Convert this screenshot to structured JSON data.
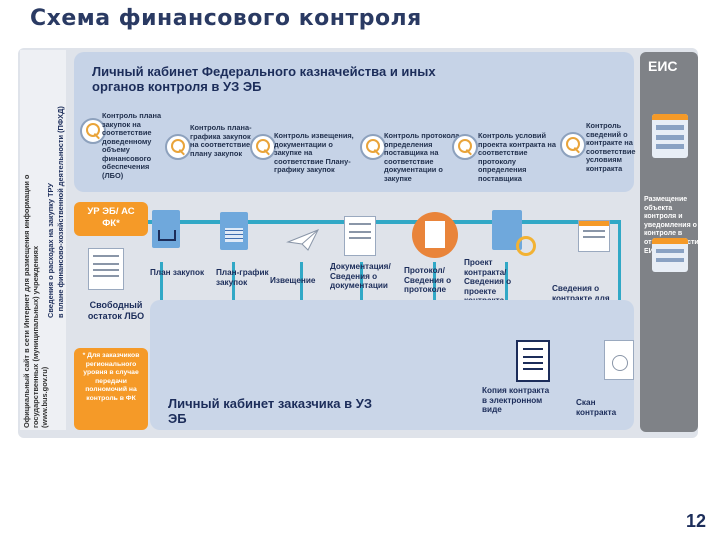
{
  "title": "Схема финансового контроля",
  "left_vertical": {
    "line1": "Официальный сайт в сети Интернет для размещения информации о",
    "line2": "государственных (муниципальных) учреждениях",
    "line3": "(www.bus.gov.ru)",
    "line4": "Сведения о расходах на закупку ТРУ",
    "line5": "в плане финансово-хозяйственной деятельности (ПФХД)"
  },
  "main_box": {
    "title": "Личный кабинет Федерального казначейства и иных органов контроля в УЗ ЭБ",
    "controls": [
      "Контроль плана закупок на соответствие доведенному объему финансового обеспечения (ЛБО)",
      "Контроль плана-графика закупок на соответствие плану закупок",
      "Контроль извещения, документации о закупке на соответствие Плану-графику закупок",
      "Контроль протокола определения поставщика на соответствие документации о закупке",
      "Контроль условий проекта контракта на соответствие протоколу определения поставщика",
      "Контроль сведений о контракте на соответствие условиям контракта"
    ]
  },
  "eis": {
    "title": "ЕИС",
    "text": "Размещение объекта контроля и уведомления о контроле в открытой части ЕИС"
  },
  "orange_top": "УР ЭБ/ АС ФК*",
  "orange_bottom": "* Для заказчиков регионального уровня в случае передачи полномочий на контроль в ФК",
  "free_balance": "Свободный остаток ЛБО",
  "docs": [
    "План закупок",
    "План-график закупок",
    "Извещение",
    "Документация/ Сведения о документации",
    "Протокол/ Сведения о протоколе",
    "Проект контракта/ Сведения о проекте контракта",
    "Сведения о контракте для включения в реестр контрактов"
  ],
  "bottom_box": {
    "title": "Личный кабинет заказчика в УЗ ЭБ",
    "copy": "Копия контракта в электронном виде",
    "scan": "Скан контракта"
  },
  "page_number": "12",
  "colors": {
    "accent_orange": "#f59a28",
    "bus_line": "#31a8c6",
    "eis_gray": "#7f8287",
    "title_navy": "#2a3a63"
  }
}
